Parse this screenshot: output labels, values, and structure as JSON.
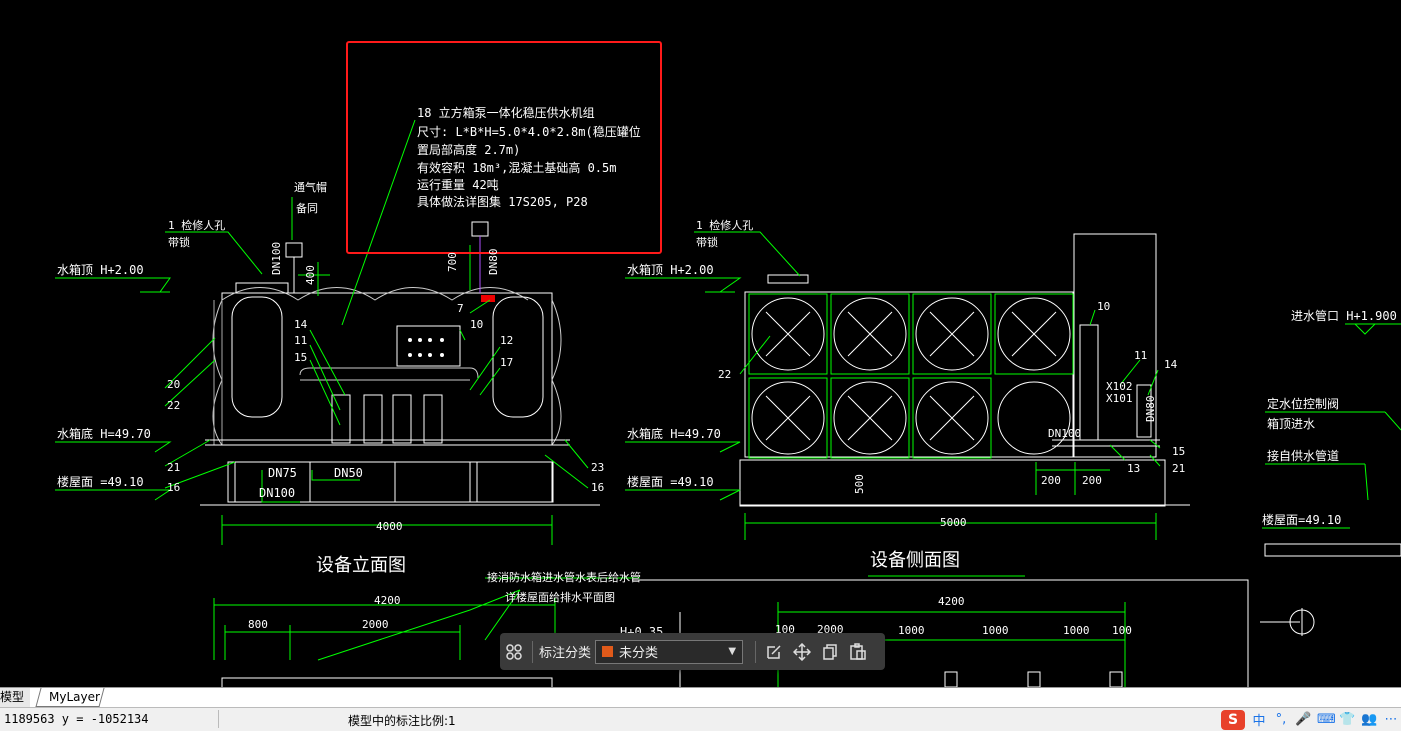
{
  "drawing": {
    "note_lines": [
      "18 立方箱泵一体化稳压供水机组",
      "尺寸: L*B*H=5.0*4.0*2.8m(稳压罐位",
      "置局部高度 2.7m)",
      "有效容积  18m³,混凝土基础高   0.5m",
      "运行重量   42吨",
      "具体做法详图集  17S205, P28"
    ],
    "front_view_title": "设备立面图",
    "side_view_title": "设备侧面图",
    "front_labels": {
      "manhole": "1  检修人孔",
      "manhole_sub": "带锁",
      "vent": "通气帽",
      "vent_sub": "备同",
      "dn100_vent": "DN100",
      "dn80": "DN80",
      "dim_400": "400",
      "dim_700": "700",
      "tank_top": "水箱顶   H+2.00",
      "tank_bottom": "水箱底    H=49.70",
      "roof": "楼屋面    =49.10",
      "dn75": "DN75",
      "dn50": "DN50",
      "dn100": "DN100",
      "width": "4000",
      "n7": "7",
      "n10": "10",
      "n12": "12",
      "n17": "17",
      "n14": "14",
      "n11": "11",
      "n15": "15",
      "n20": "20",
      "n22": "22",
      "n21": "21",
      "n16": "16",
      "n23": "23",
      "n16b": "16"
    },
    "side_labels": {
      "manhole": "1  检修人孔",
      "manhole_sub": "带锁",
      "tank_top": "水箱顶   H+2.00",
      "tank_bottom": "水箱底    H=49.70",
      "roof": "楼屋面    =49.10",
      "n10": "10",
      "n11": "11",
      "n14": "14",
      "n22": "22",
      "n13": "13",
      "n15": "15",
      "n21": "21",
      "x102": "X102",
      "x101": "X101",
      "dn100": "DN100",
      "dn80": "DN80",
      "dim_200a": "200",
      "dim_200b": "200",
      "dim_500": "500",
      "width": "5000"
    },
    "right_labels": {
      "inlet": "进水管口    H+1.900",
      "level_valve": "定水位控制阀",
      "tank_inlet": "箱顶进水",
      "supply": "接自供水管道",
      "roof": "楼屋面=49.10"
    },
    "bottom_labels": {
      "note1": "接消防水箱进水管水表后给水管",
      "note2": "详楼屋面给排水平面图",
      "dim_4200_left": "4200",
      "dim_800": "800",
      "dim_2000_left": "2000",
      "dim_4200_right": "4200",
      "dim_100a": "100",
      "dim_2000_right": "2000",
      "dim_1000a": "1000",
      "dim_1000b": "1000",
      "dim_1000c": "1000",
      "dim_100b": "100",
      "elev": "H+0.35"
    }
  },
  "toolbar": {
    "label": "标注分类",
    "selected": "未分类",
    "accent": "#e05a1a",
    "icons": [
      "grid-icon",
      "edit-icon",
      "move-icon",
      "copy-icon",
      "paste-icon"
    ]
  },
  "tabs": [
    "模型",
    "MyLayer"
  ],
  "status": {
    "coords": "1189563 y = -1052134",
    "scale": "模型中的标注比例:1"
  },
  "ime": {
    "logo": "S",
    "items": [
      "中",
      "°,",
      "🎤",
      "⌨",
      "👕",
      "👥",
      "⋯"
    ]
  }
}
